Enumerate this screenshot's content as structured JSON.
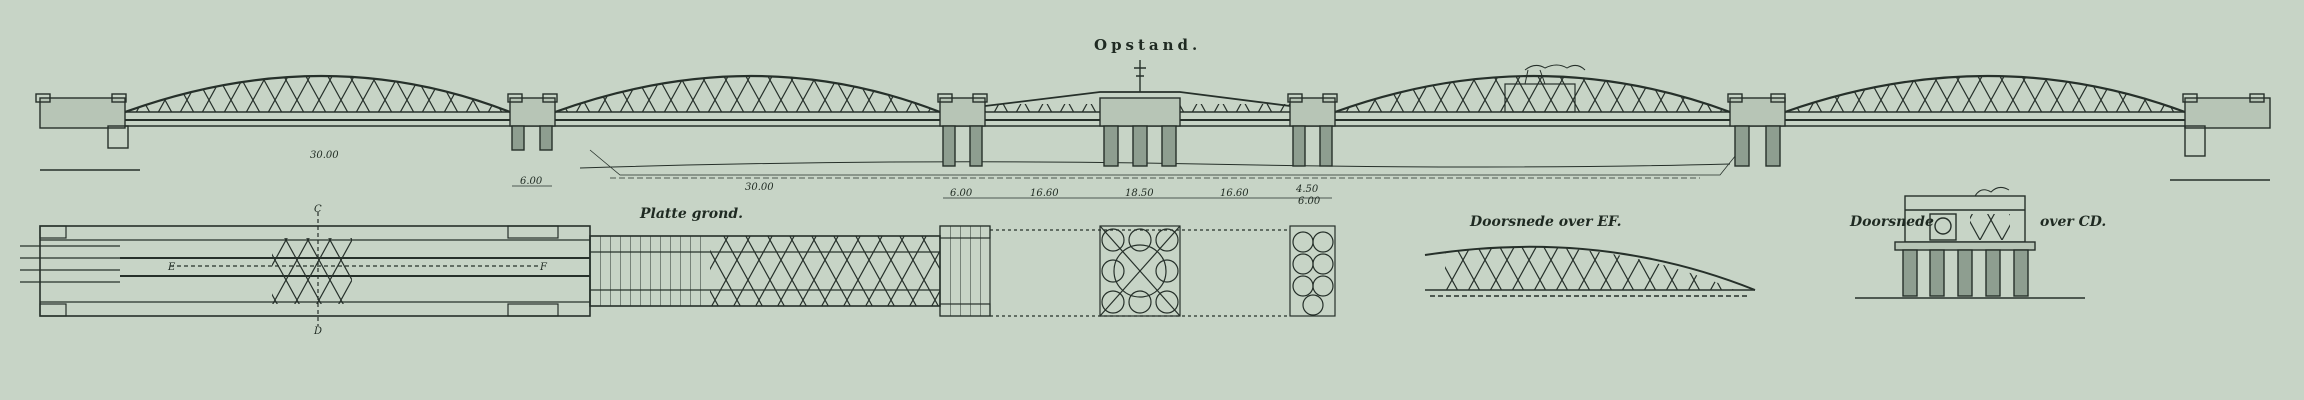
{
  "titles": {
    "elevation": "Opstand.",
    "plan": "Platte grond.",
    "section_ef": "Doorsnede over EF.",
    "section_cd_word": "Doorsnede",
    "section_cd_suffix": "over CD."
  },
  "dimensions": {
    "d1": "30.00",
    "d2": "30.00",
    "d3": "6.00",
    "d4": "6.00",
    "d5": "16.60",
    "d6": "18.50",
    "d7": "16.60",
    "d8": "4.50",
    "d9": "6.00"
  },
  "letters": {
    "c": "C",
    "d": "D",
    "e": "E",
    "f": "F"
  },
  "colors": {
    "paper": "#c7d4c6",
    "ink": "#26302a"
  }
}
